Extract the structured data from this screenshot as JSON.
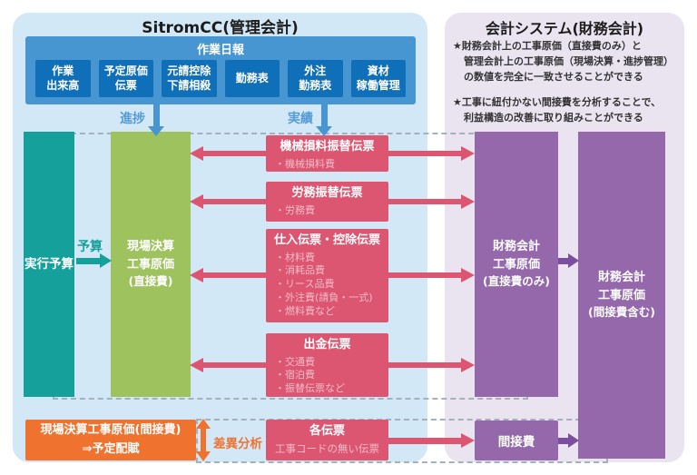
{
  "colors": {
    "left_panel_bg": "#d3e8f7",
    "right_panel_bg": "#eae3f0",
    "blue": "#4795d1",
    "blue_dark": "#0f6fb8",
    "blue_label": "#549bd6",
    "teal": "#16a09b",
    "green": "#9ec25e",
    "crimson": "#dc5571",
    "pink_light": "#f5bcc8",
    "purple": "#9468ab",
    "purple_dark": "#7b4ea0",
    "orange": "#f0722f"
  },
  "left_panel": {
    "title": "SitromCC(管理会計)",
    "daily_report": {
      "title": "作業日報",
      "items": [
        [
          "作業",
          "出来高"
        ],
        [
          "予定原価",
          "伝票"
        ],
        [
          "元請控除",
          "下請相殺"
        ],
        [
          "勤務表"
        ],
        [
          "外注",
          "勤務表"
        ],
        [
          "資材",
          "稼働管理"
        ]
      ]
    },
    "progress_label": "進捗",
    "actual_label": "実績",
    "execution_budget": "実行予算",
    "budget_label": "予算",
    "site_cost": [
      "現場決算",
      "工事原価",
      "(直接費)"
    ],
    "site_indirect": [
      "現場決算工事原価(間接費)",
      "⇒予定配賦"
    ],
    "variance_label": "差異分析"
  },
  "vouchers": [
    {
      "title": "機械損料振替伝票",
      "items": [
        "・機械損料費"
      ]
    },
    {
      "title": "労務振替伝票",
      "items": [
        "・労務費"
      ]
    },
    {
      "title": "仕入伝票・控除伝票",
      "items": [
        "・材料費",
        "・消耗品費",
        "・リース品費",
        "・外注費(請負・一式)",
        "・燃料費など"
      ]
    },
    {
      "title": "出金伝票",
      "items": [
        "・交通費",
        "・宿泊費",
        "・振替伝票など"
      ]
    },
    {
      "title": "各伝票",
      "items": [
        "工事コードの無い伝票"
      ]
    }
  ],
  "right_panel": {
    "title": "会計システム(財務会計)",
    "notes": [
      [
        "★財務会計上の工事原価（直接費のみ）と",
        "管理会計上の工事原価（現場決算・進捗管理）",
        "の数値を完全に一致させることができる"
      ],
      [
        "★工事に紐付かない間接費を分析することで、",
        "利益構造の改善に取り組みことができる"
      ]
    ],
    "fin_direct": [
      "財務会計",
      "工事原価",
      "(直接費のみ)"
    ],
    "fin_total": [
      "財務会計",
      "工事原価",
      "(間接費含む)"
    ],
    "indirect": "間接費"
  }
}
